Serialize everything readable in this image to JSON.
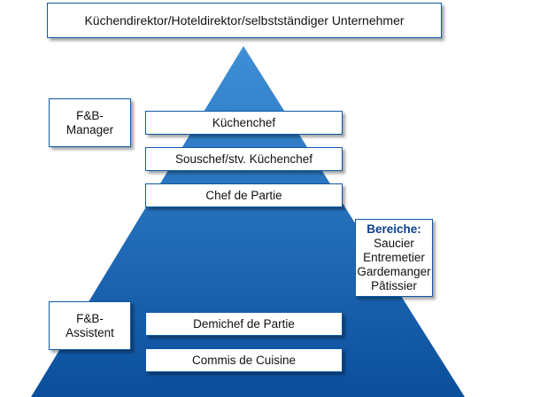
{
  "colors": {
    "pyramid_top": "#3f8fd6",
    "pyramid_bottom": "#0a4e9c",
    "border": "#0f5aa8",
    "heading_accent": "#0f3f8c"
  },
  "top": {
    "label": "Küchendirektor/Hoteldirektor/selbstständiger Unternehmer"
  },
  "levels": [
    {
      "label": "Küchenchef"
    },
    {
      "label": "Souschef/stv. Küchenchef"
    },
    {
      "label": "Chef de Partie"
    },
    {
      "label": "Demichef de Partie"
    },
    {
      "label": "Commis de Cuisine"
    }
  ],
  "side_left": {
    "fb_manager": {
      "line1": "F&B-",
      "line2": "Manager"
    },
    "fb_assistent": {
      "line1": "F&B-",
      "line2": "Assistent"
    }
  },
  "bereiche": {
    "heading": "Bereiche:",
    "items": [
      "Saucier",
      "Entremetier",
      "Gardemanger",
      "Pâtissier"
    ]
  }
}
